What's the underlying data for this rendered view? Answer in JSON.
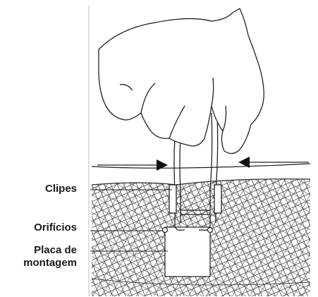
{
  "figure": {
    "labels": {
      "clips": "Clipes",
      "holes": "Orifícios",
      "plate_line1": "Placa de",
      "plate_line2": "montagem"
    },
    "colors": {
      "line": "#222222",
      "frame": "#bfbfbf",
      "background": "#ffffff"
    },
    "icons": [
      "hand-icon",
      "right-arrow-icon",
      "left-arrow-icon"
    ]
  }
}
